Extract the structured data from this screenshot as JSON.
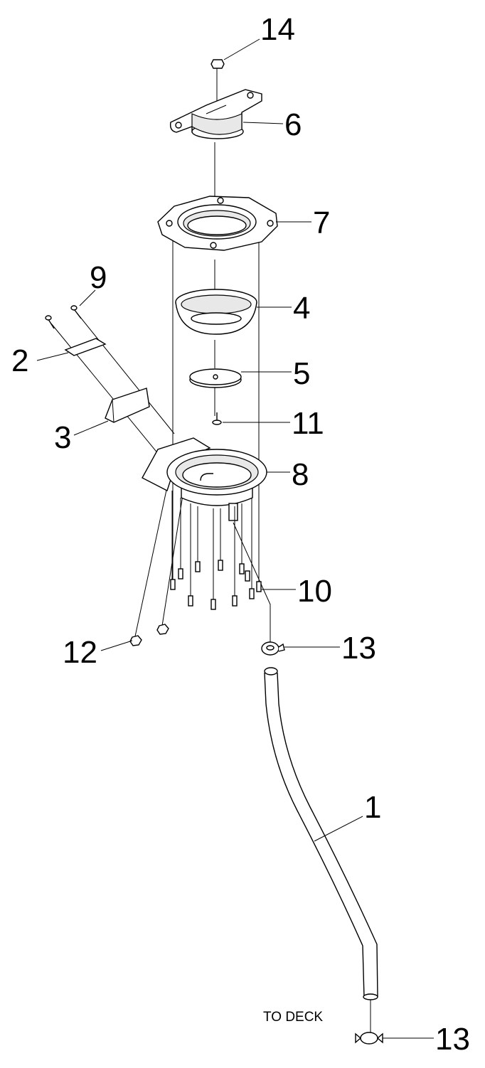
{
  "callouts": {
    "c1": "1",
    "c2": "2",
    "c3": "3",
    "c4": "4",
    "c5": "5",
    "c6": "6",
    "c7": "7",
    "c8": "8",
    "c9": "9",
    "c10": "10",
    "c11": "11",
    "c12": "12",
    "c13a": "13",
    "c13b": "13",
    "c14": "14"
  },
  "notes": {
    "to_deck": "TO DECK"
  }
}
